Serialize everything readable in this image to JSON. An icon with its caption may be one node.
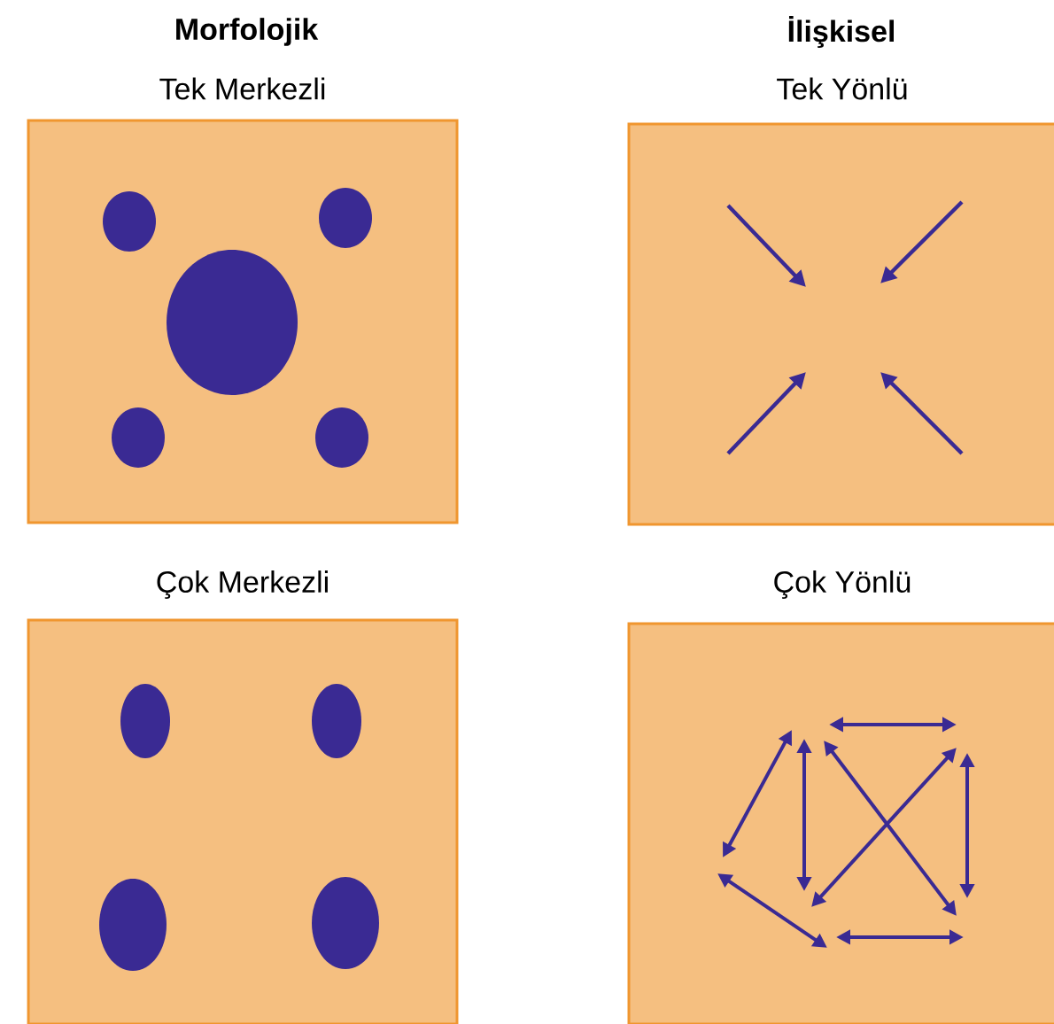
{
  "diagram": {
    "nodes": [
      {
        "text": [
          "Tek Merkezli"
        ]
      },
      {
        "text": [
          "Tek Yönlü"
        ]
      },
      {
        "text": [
          "Çok Merkezli"
        ]
      },
      {
        "text": [
          "Çok Yönlü"
        ]
      }
    ],
    "labels": [
      "Morfolojik",
      "İlişkisel"
    ]
  }
}
